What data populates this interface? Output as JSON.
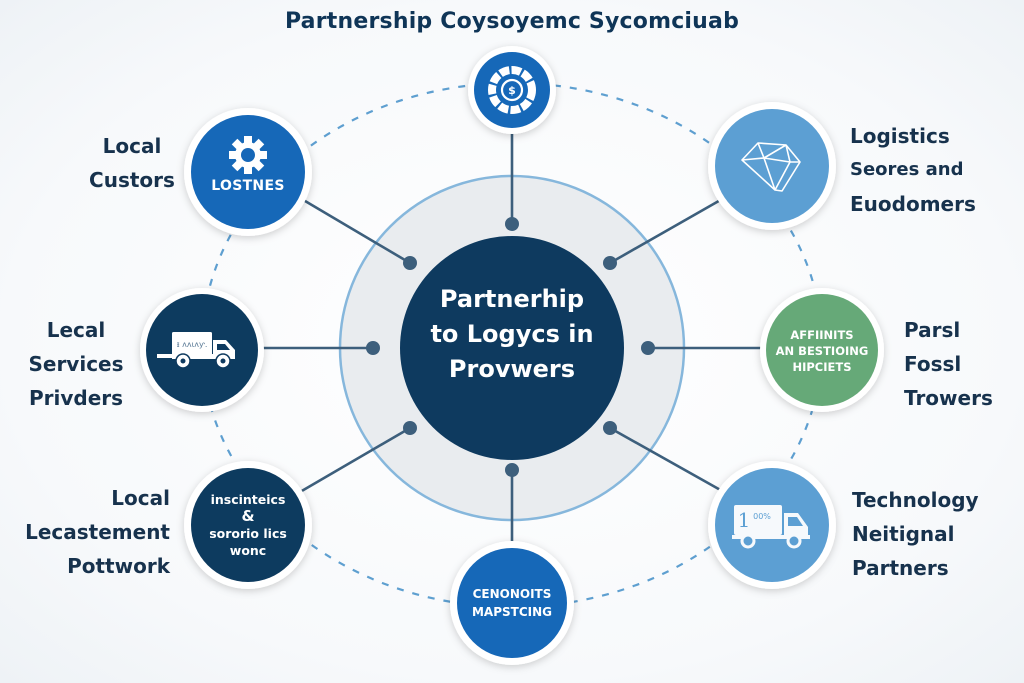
{
  "title": "Partnership Coysoyemc Sycomciuab",
  "colors": {
    "navy": "#0e3a5f",
    "royal_blue": "#1667b8",
    "light_blue": "#5c9fd3",
    "green": "#66a978",
    "connector": "#3d5f7c",
    "dashed_ring": "#5e9fd0",
    "hub_ring_fill": "#e9ecef",
    "hub_ring_stroke": "#86b7dc",
    "label_text": "#17324d"
  },
  "hub": {
    "lines": [
      "Partnerhip",
      "to Logycs in",
      "Provwers"
    ]
  },
  "nodes": [
    {
      "id": "top",
      "icon": "dollar-chip-icon",
      "fill": "royal_blue",
      "inner_text": [],
      "label": []
    },
    {
      "id": "top-left",
      "icon": "gear-icon",
      "fill": "royal_blue",
      "inner_text": [
        "LOSTNES"
      ],
      "label": [
        "Local",
        "Custors"
      ]
    },
    {
      "id": "top-right",
      "icon": "polyhedron-icon",
      "fill": "light_blue",
      "inner_text": [],
      "label": [
        "Logistics",
        "Seores and",
        "Euodomers"
      ]
    },
    {
      "id": "left",
      "icon": "delivery-truck-icon",
      "icon_text": "ᵻ ʌʌɩʌƴ.",
      "fill": "navy",
      "inner_text": [],
      "label": [
        "Lecal",
        "Services",
        "Privders"
      ]
    },
    {
      "id": "right",
      "icon": null,
      "fill": "green",
      "inner_text": [
        "AFFIINITS",
        "AN BESTIOING",
        "HIPCIETS"
      ],
      "label": [
        "Parsl",
        "Fossl",
        "Trowers"
      ]
    },
    {
      "id": "bottom-left",
      "icon": null,
      "fill": "navy",
      "inner_text": [
        "inscinteics",
        "&",
        "sororio lics",
        "wonc"
      ],
      "label": [
        "Local",
        "Lecastement",
        "Pottwork"
      ]
    },
    {
      "id": "bottom-right",
      "icon": "delivery-truck-icon",
      "icon_text_big": "1",
      "icon_text_small": "00%",
      "fill": "light_blue",
      "inner_text": [],
      "label": [
        "Technology",
        "Neitignal",
        "Partners"
      ]
    },
    {
      "id": "bottom",
      "icon": null,
      "fill": "royal_blue",
      "inner_text": [
        "CENONOITS",
        "MAPSTCING"
      ],
      "label": []
    }
  ]
}
